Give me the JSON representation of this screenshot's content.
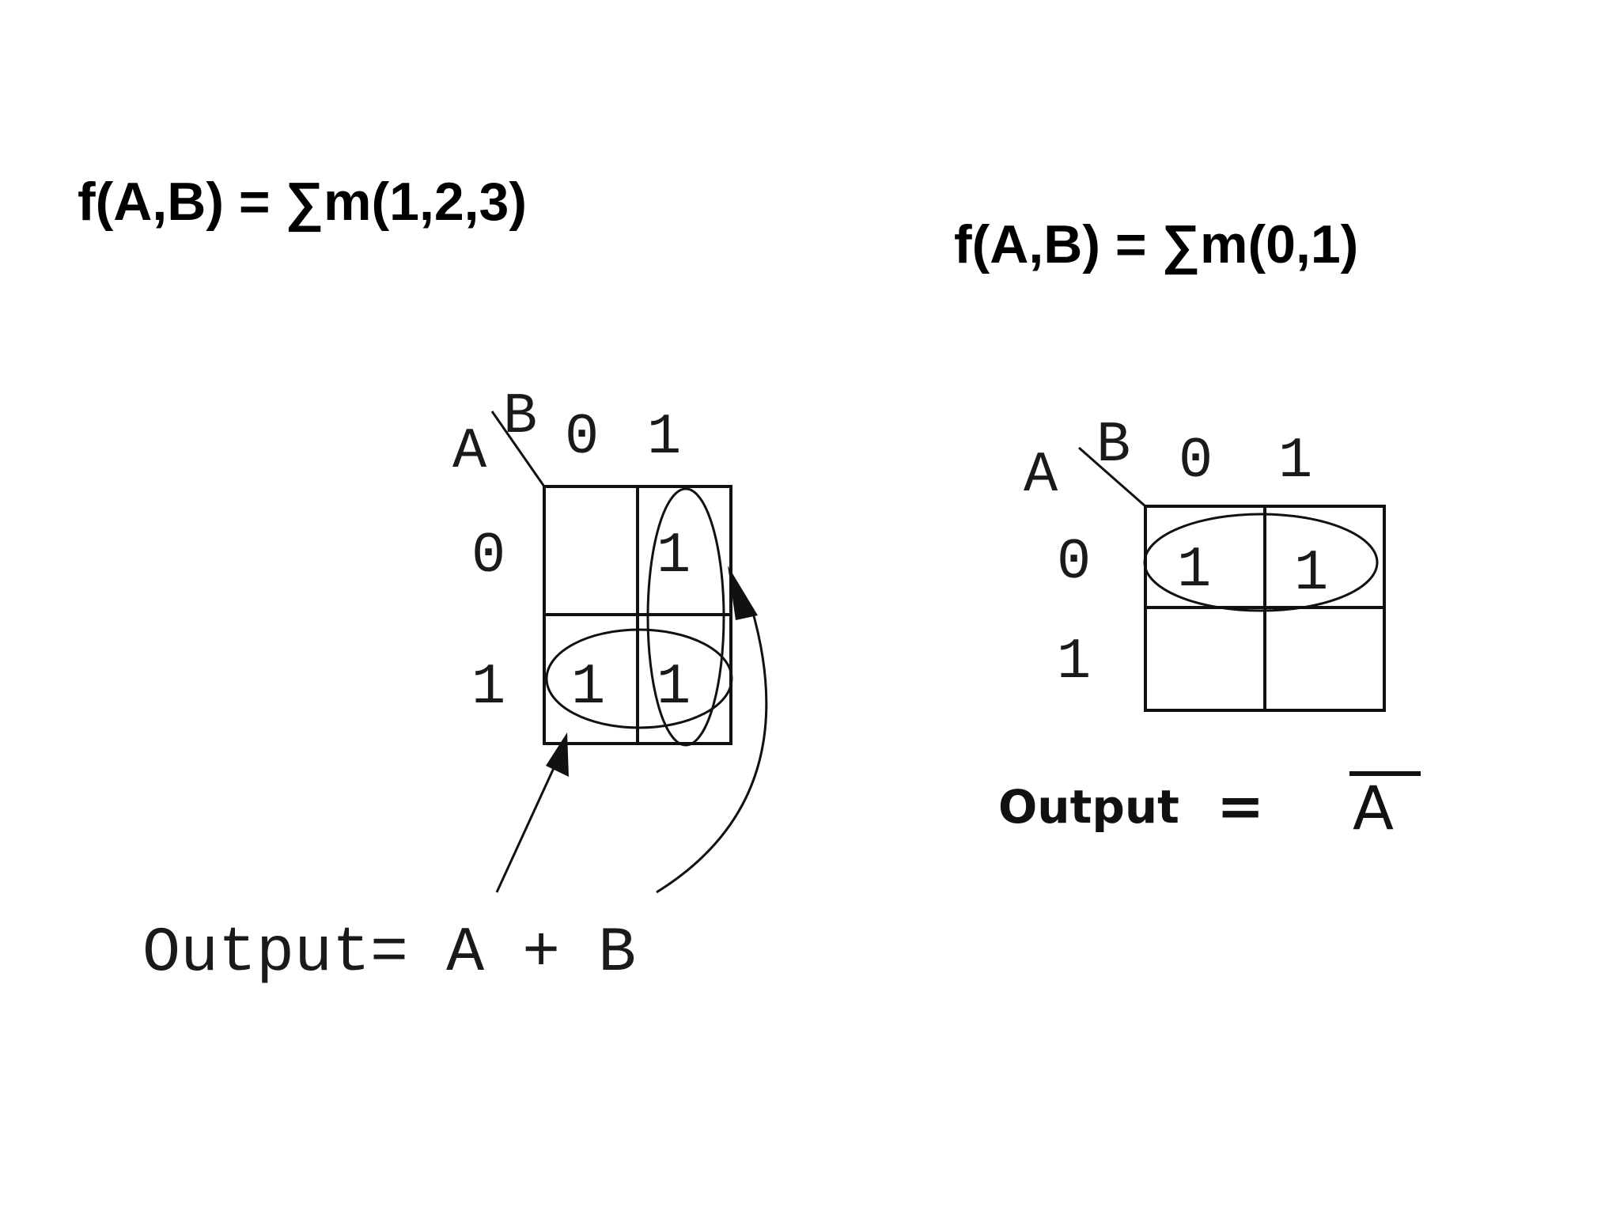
{
  "left_map": {
    "function": "f(A,B) = ∑m(1,2,3)",
    "corner_col_var": "B",
    "corner_row_var": "A",
    "col_headers": [
      "0",
      "1"
    ],
    "row_headers": [
      "0",
      "1"
    ],
    "cells": [
      [
        "",
        "1"
      ],
      [
        "1",
        "1"
      ]
    ],
    "output": "Output= A + B"
  },
  "right_map": {
    "function": "f(A,B) = ∑m(0,1)",
    "corner_col_var": "B",
    "corner_row_var": "A",
    "col_headers": [
      "0",
      "1"
    ],
    "row_headers": [
      "0",
      "1"
    ],
    "cells": [
      [
        "1",
        "1"
      ],
      [
        "",
        ""
      ]
    ],
    "output_label": "Output",
    "output_equals": "=",
    "output_value": "A"
  }
}
